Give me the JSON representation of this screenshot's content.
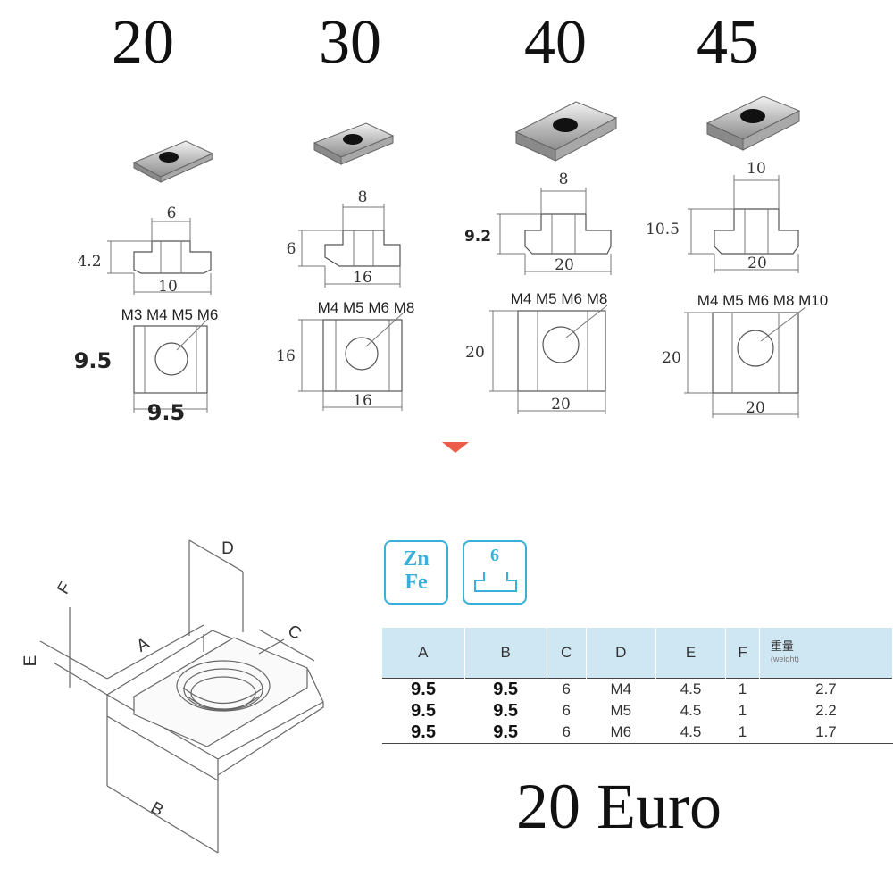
{
  "series": [
    {
      "label": "20",
      "slot_width": "6",
      "height": "4.2",
      "base_width": "10",
      "threads": "M3 M4 M5 M6",
      "body_height": "9.5",
      "body_width": "9.5"
    },
    {
      "label": "30",
      "slot_width": "8",
      "height": "6",
      "base_width": "16",
      "threads": "M4 M5 M6 M8",
      "body_height": "16",
      "body_width": "16"
    },
    {
      "label": "40",
      "slot_width": "8",
      "height": "9.2",
      "base_width": "20",
      "threads": "M4 M5 M6 M8",
      "body_height": "20",
      "body_width": "20"
    },
    {
      "label": "45",
      "slot_width": "10",
      "height": "10.5",
      "base_width": "20",
      "threads": "M4 M5 M6 M8 M10",
      "body_height": "20",
      "body_width": "20"
    }
  ],
  "iso_labels": {
    "a": "A",
    "b": "B",
    "c": "C",
    "d": "D",
    "e": "E",
    "f": "F"
  },
  "badges": {
    "material_top": "Zn",
    "material_bottom": "Fe",
    "slot_size": "6"
  },
  "table": {
    "headers": [
      "A",
      "B",
      "C",
      "D",
      "E",
      "F"
    ],
    "weight_header": "重量",
    "weight_sub": "(weight)",
    "rows": [
      [
        "9.5",
        "9.5",
        "6",
        "M4",
        "4.5",
        "1",
        "2.7"
      ],
      [
        "9.5",
        "9.5",
        "6",
        "M5",
        "4.5",
        "1",
        "2.2"
      ],
      [
        "9.5",
        "9.5",
        "6",
        "M6",
        "4.5",
        "1",
        "1.7"
      ]
    ]
  },
  "price": "20 Euro",
  "colors": {
    "divider": "#e8402a",
    "badge": "#3ab0d8",
    "table_header": "#cfe6f3"
  }
}
